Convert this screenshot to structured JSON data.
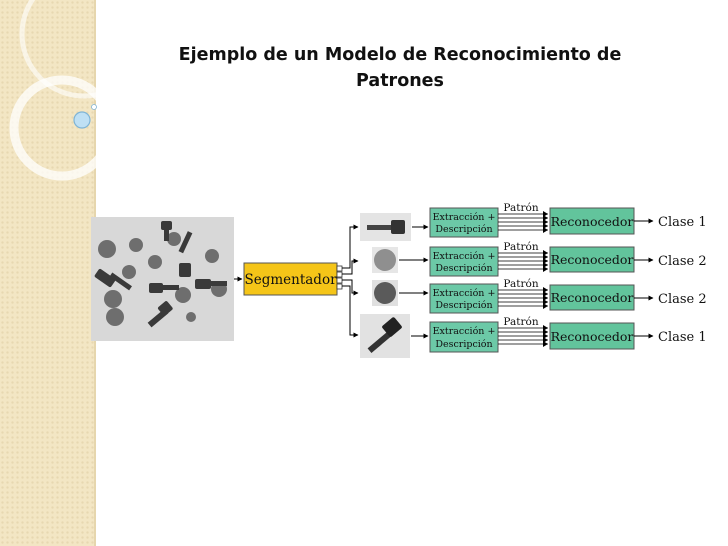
{
  "slide": {
    "title_line1": "Ejemplo de un Modelo de Reconocimiento de",
    "title_line2": "Patrones"
  },
  "diagram": {
    "segmenter_label": "Segmentador",
    "rows": [
      {
        "object": "key",
        "extract_line1": "Extracción +",
        "extract_line2": "Descripción",
        "pattern_label": "Patrón",
        "recognizer_label": "Reconocedor",
        "class_label": "Clase 1"
      },
      {
        "object": "coin",
        "extract_line1": "Extracción +",
        "extract_line2": "Descripción",
        "pattern_label": "Patrón",
        "recognizer_label": "Reconocedor",
        "class_label": "Clase 2"
      },
      {
        "object": "coin",
        "extract_line1": "Extracción +",
        "extract_line2": "Descripción",
        "pattern_label": "Patrón",
        "recognizer_label": "Reconocedor",
        "class_label": "Clase 2"
      },
      {
        "object": "key",
        "extract_line1": "Extracción +",
        "extract_line2": "Descripción",
        "pattern_label": "Patrón",
        "recognizer_label": "Reconocedor",
        "class_label": "Clase 1"
      }
    ]
  },
  "colors": {
    "segmenter_fill": "#f5c518",
    "extract_fill": "#6cc9a7",
    "recognizer_fill": "#62c49c",
    "sidebar": "#f3e6c4"
  },
  "icons": [
    "keys-and-coins-photo",
    "key-image",
    "coin-image"
  ]
}
